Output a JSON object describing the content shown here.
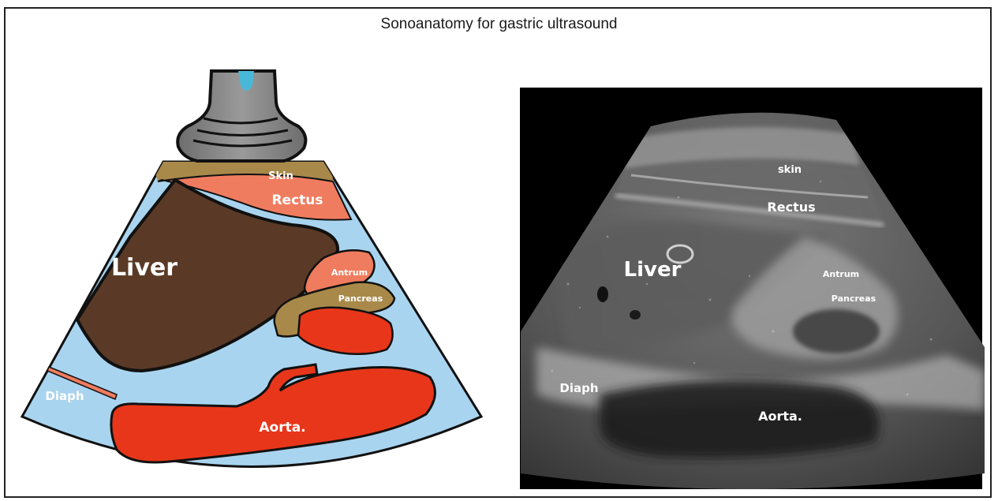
{
  "figure": {
    "title": "Sonoanatomy for gastric ultrasound"
  },
  "diagram": {
    "labels": {
      "skin": "Skin",
      "rectus": "Rectus",
      "liver": "Liver",
      "antrum": "Antrum",
      "pancreas": "Pancreas",
      "diaph": "Diaph",
      "aorta": "Aorta."
    },
    "colors": {
      "field": "#a9d4ef",
      "skin": "#a8894a",
      "rectus": "#f07c5f",
      "liver": "#5a3a26",
      "antrum": "#f07c5f",
      "pancreas": "#a8894a",
      "vessel": "#e8361a",
      "probe": "#8a8a8a"
    }
  },
  "ultrasound": {
    "labels": {
      "skin": "skin",
      "rectus": "Rectus",
      "liver": "Liver",
      "antrum": "Antrum",
      "pancreas": "Pancreas",
      "diaph": "Diaph",
      "aorta": "Aorta."
    }
  }
}
